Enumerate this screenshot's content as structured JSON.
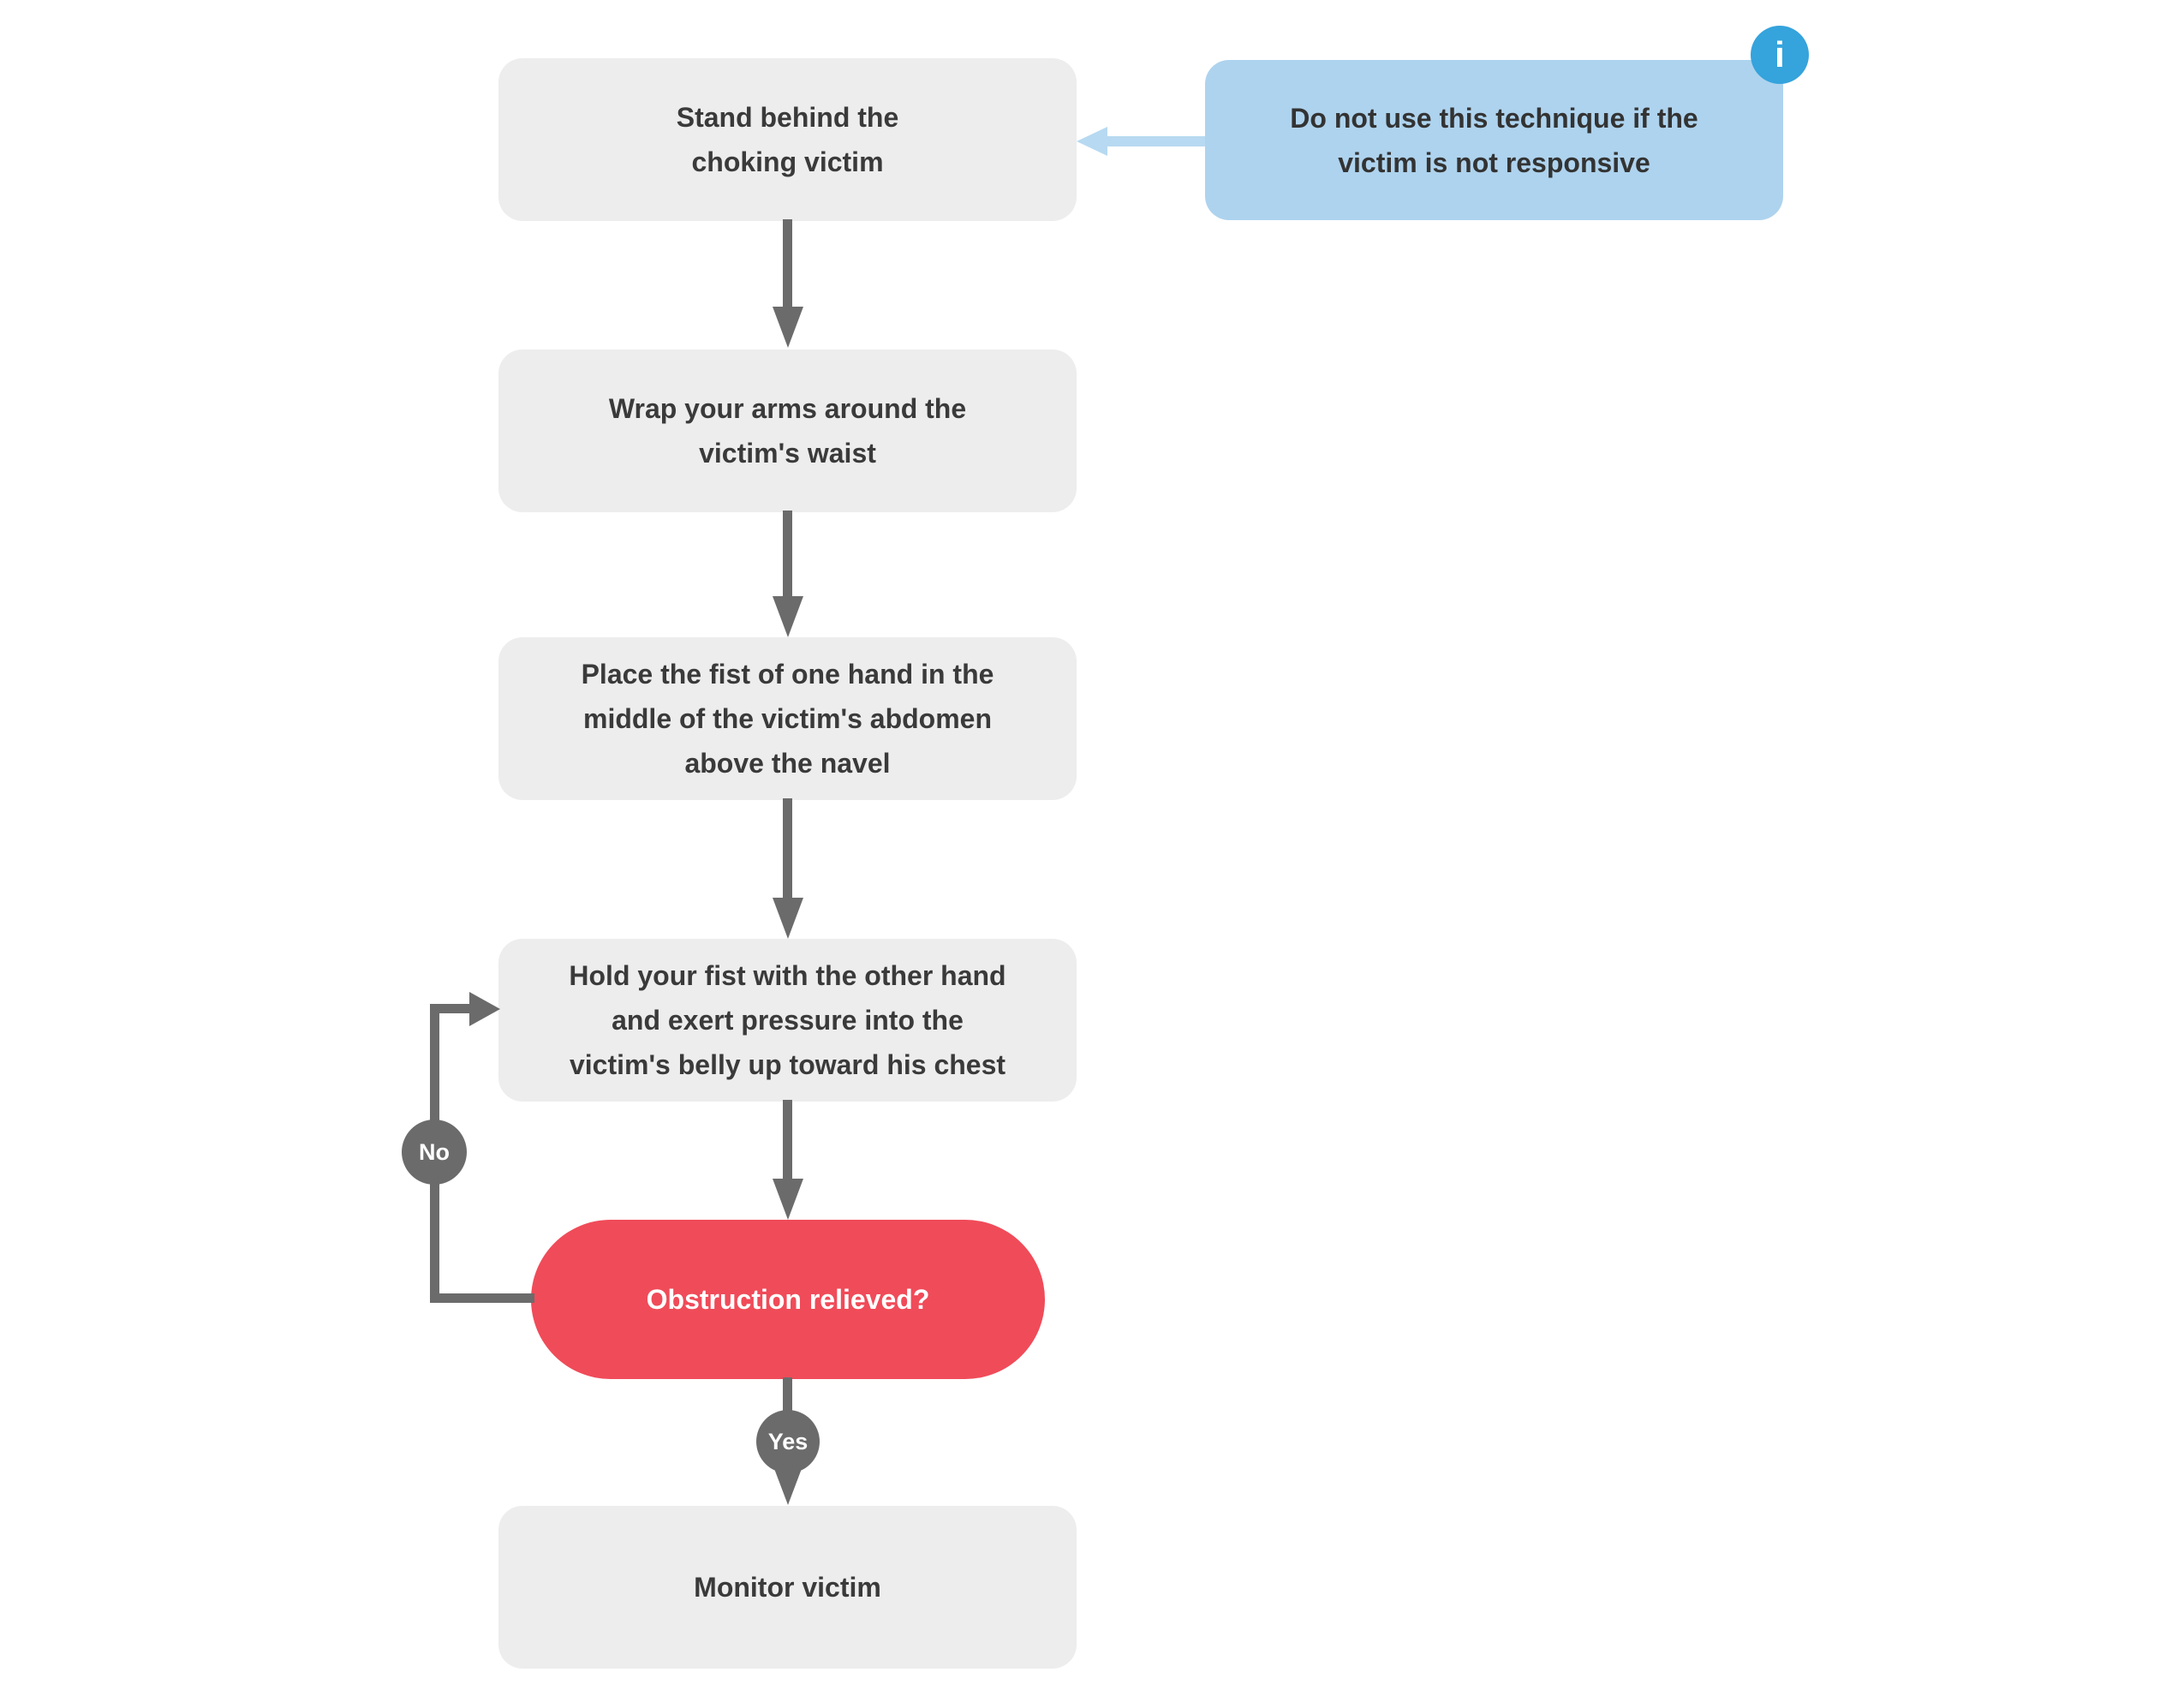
{
  "diagram": {
    "nodes": {
      "stand": {
        "label": "Stand behind the\nchoking victim"
      },
      "wrap": {
        "label": "Wrap your arms around the\nvictim's waist"
      },
      "place": {
        "label": "Place the fist of one hand in the\nmiddle of the victim's abdomen\nabove the navel"
      },
      "hold": {
        "label": "Hold your fist with the other hand\nand exert pressure into the\nvictim's belly up toward his chest"
      },
      "decision": {
        "label": "Obstruction relieved?"
      },
      "monitor": {
        "label": "Monitor victim"
      }
    },
    "note": {
      "label": "Do not use this technique if the\nvictim is not responsive",
      "info_icon_glyph": "i"
    },
    "edges": {
      "no_label": "No",
      "yes_label": "Yes"
    },
    "colors": {
      "node_bg": "#EDEDED",
      "node_text": "#3A3A3A",
      "decision_bg": "#F04B59",
      "decision_text": "#FFFFFF",
      "note_bg": "#AED3EE",
      "note_text": "#333333",
      "note_arrow": "#B7D9F1",
      "info_badge_bg": "#35A3DC",
      "connector": "#6B6B6B",
      "badge_text": "#FFFFFF",
      "background": "#FFFFFF"
    }
  }
}
